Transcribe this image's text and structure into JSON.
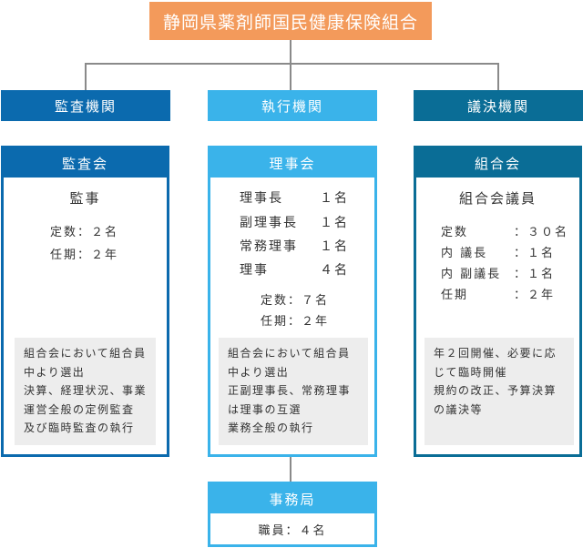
{
  "title": "静岡県薬剤師国民健康保険組合",
  "branches": [
    {
      "label": "監査機関",
      "card_title": "監査会",
      "role": "監事",
      "details": [
        "定数：２名",
        "任期：２年"
      ],
      "note": [
        "組合会において組合員",
        "中より選出",
        "決算、経理状況、事業",
        "運営全般の定例監査",
        "及び臨時監査の執行"
      ]
    },
    {
      "label": "執行機関",
      "card_title": "理事会",
      "members": [
        {
          "role": "理事長",
          "count": "１名"
        },
        {
          "role": "副理事長",
          "count": "１名"
        },
        {
          "role": "常務理事",
          "count": "１名"
        },
        {
          "role": "理事",
          "count": "４名"
        }
      ],
      "details": [
        "定数：７名",
        "任期：２年"
      ],
      "note": [
        "組合会において組合員",
        "中より選出",
        "正副理事長、常務理事",
        "は理事の互選",
        "業務全般の執行"
      ]
    },
    {
      "label": "議決機関",
      "card_title": "組合会",
      "role": "組合会議員",
      "details": [
        {
          "key": "定数",
          "value": "：３０名"
        },
        {
          "key": "内 議長",
          "value": "：１名"
        },
        {
          "key": "内 副議長",
          "value": "：１名"
        },
        {
          "key": "任期",
          "value": "：２年"
        }
      ],
      "note": [
        "年２回開催、必要に応",
        "じて臨時開催",
        "規約の改正、予算決算",
        "の議決等"
      ]
    }
  ],
  "secretariat": {
    "title": "事務局",
    "detail": "職員：４名"
  },
  "colors": {
    "title_bg": "#f39a5b",
    "audit": "#0b6aae",
    "executive": "#3ab3ea",
    "legislative": "#0a6d96",
    "note_bg": "#ededed",
    "connector": "#8a8a8a"
  }
}
